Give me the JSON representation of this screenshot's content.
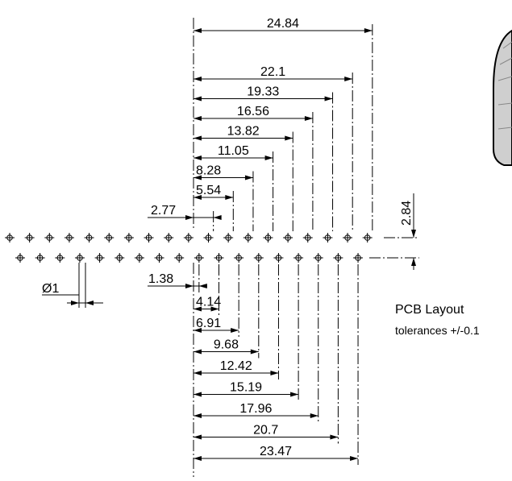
{
  "drawing": {
    "title": "PCB Layout",
    "tolerance_note": "tolerances +/-0.1",
    "row_pitch": "2.84",
    "hole_diameter": "Ø1",
    "row1_dims": [
      "2.77",
      "5.54",
      "8.28",
      "11.05",
      "13.82",
      "16.56",
      "19.33",
      "22.1",
      "24.84"
    ],
    "row2_dims": [
      "1.38",
      "4.14",
      "6.91",
      "9.68",
      "12.42",
      "15.19",
      "17.96",
      "20.7",
      "23.47"
    ],
    "row1_hole_count": 19,
    "row2_hole_count": 18
  },
  "colors": {
    "line": "#000000",
    "background": "#ffffff",
    "part_fill": "#cfcfcf"
  }
}
